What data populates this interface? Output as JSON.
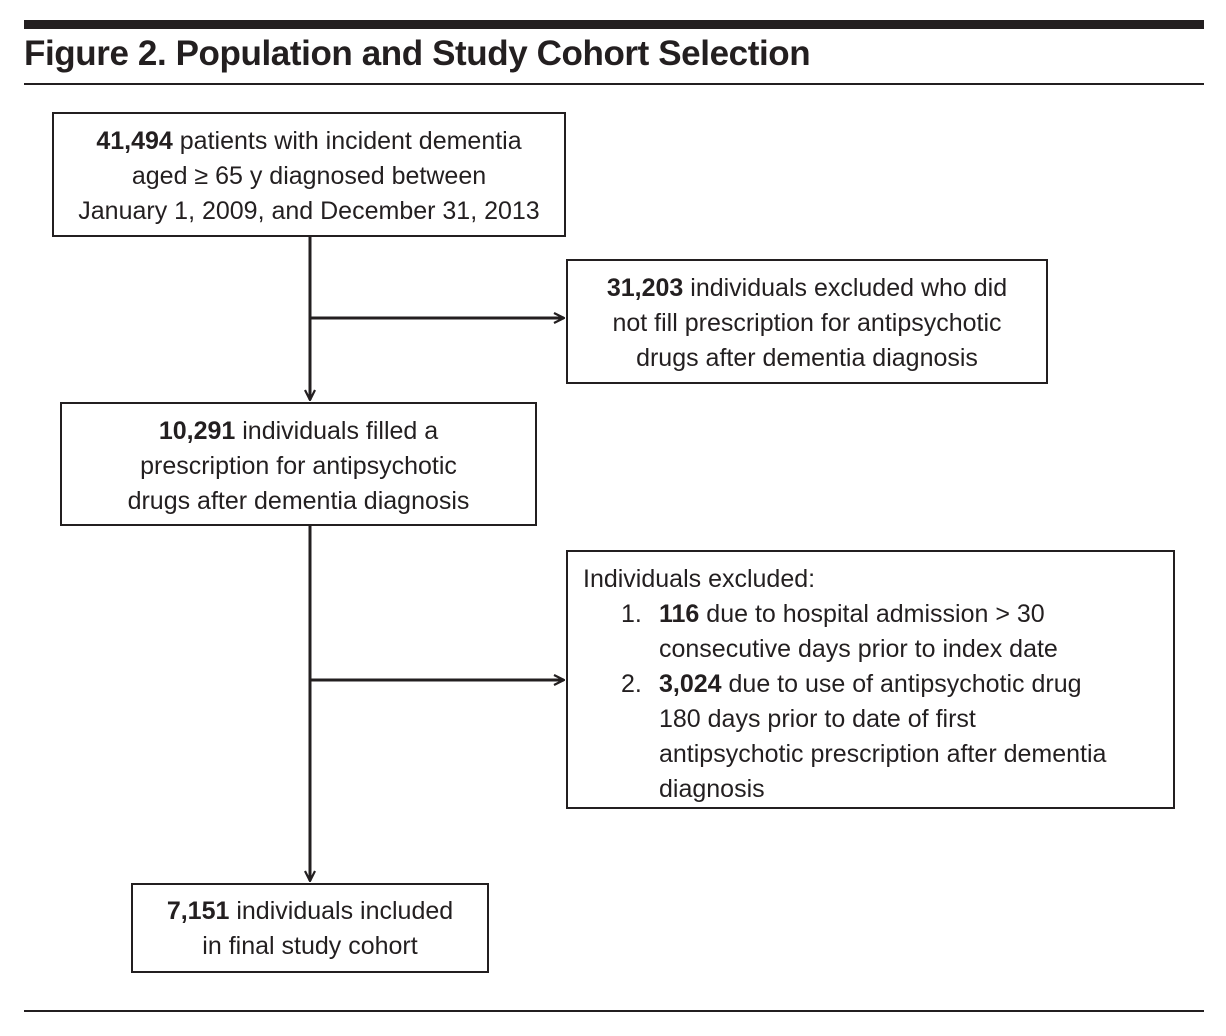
{
  "figure": {
    "title": "Figure 2. Population and Study Cohort Selection"
  },
  "boxes": {
    "initial": {
      "count": "41,494",
      "line1": "patients with incident dementia",
      "line2": "aged ≥ 65 y diagnosed between",
      "line3": "January 1, 2009, and December 31, 2013"
    },
    "excluded_first": {
      "count": "31,203",
      "line1": "individuals excluded who did",
      "line2": "not fill prescription for antipsychotic",
      "line3": "drugs after dementia diagnosis"
    },
    "filled": {
      "count": "10,291",
      "line1": "individuals filled a",
      "line2": "prescription for antipsychotic",
      "line3": "drugs after dementia diagnosis"
    },
    "excluded_second": {
      "header": "Individuals excluded:",
      "items": [
        {
          "number": "1.",
          "count": "116",
          "lines": [
            "due to hospital admission > 30",
            "consecutive days prior to index date"
          ]
        },
        {
          "number": "2.",
          "count": "3,024",
          "lines": [
            "due to use of antipsychotic drug",
            "180 days prior to date of first",
            "antipsychotic prescription after dementia",
            "diagnosis"
          ]
        }
      ]
    },
    "final": {
      "count": "7,151",
      "line1": "individuals included",
      "line2": "in final study cohort"
    }
  },
  "colors": {
    "ink": "#231f20",
    "background": "#ffffff"
  }
}
